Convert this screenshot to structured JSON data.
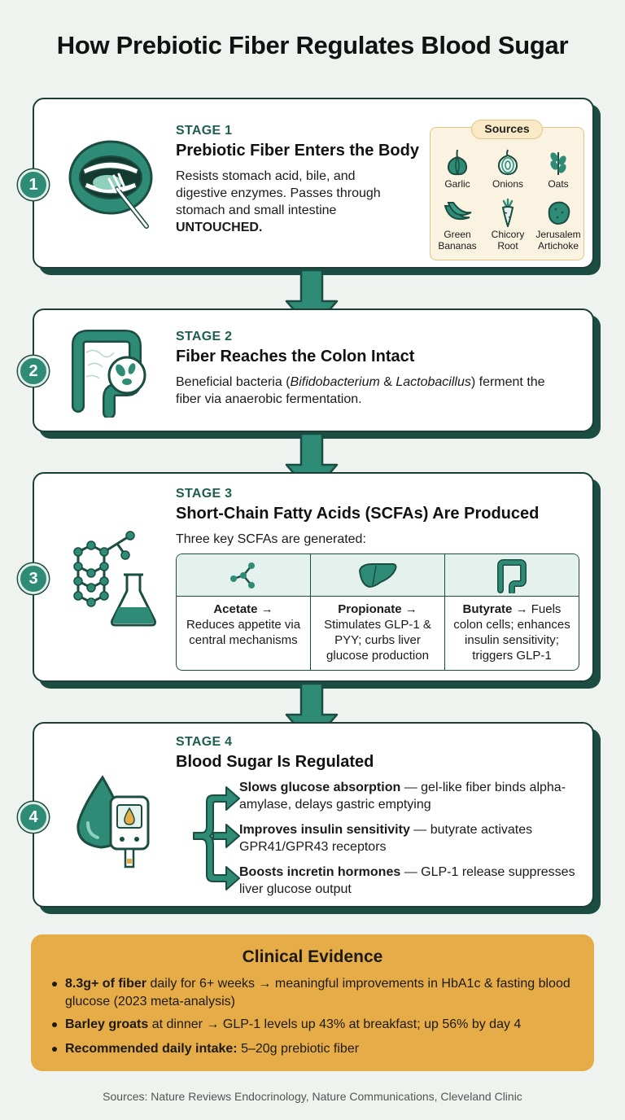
{
  "title": "How Prebiotic Fiber Regulates Blood Sugar",
  "colors": {
    "accent": "#2e8b76",
    "dark": "#1b4d42",
    "evidence": "#e5ac48",
    "sources_bg": "#fbf3e2"
  },
  "stages": [
    {
      "number": "1",
      "label": "STAGE 1",
      "heading": "Prebiotic Fiber Enters the Body",
      "text_before": "Resists stomach acid, bile, and digestive enzymes. Passes through stomach and small intestine ",
      "text_bold": "UNTOUCHED.",
      "icon": "mouth-eating-icon",
      "sources_title": "Sources",
      "sources": [
        {
          "label": "Garlic",
          "icon": "garlic-icon"
        },
        {
          "label": "Onions",
          "icon": "onion-icon"
        },
        {
          "label": "Oats",
          "icon": "oats-icon"
        },
        {
          "label": "Green Bananas",
          "icon": "banana-icon"
        },
        {
          "label": "Chicory Root",
          "icon": "chicory-icon"
        },
        {
          "label": "Jerusalem Artichoke",
          "icon": "artichoke-icon"
        }
      ]
    },
    {
      "number": "2",
      "label": "STAGE 2",
      "heading": "Fiber Reaches the Colon Intact",
      "text_before": "Beneficial bacteria (",
      "text_italic_1": "Bifidobacterium",
      "text_amp": " & ",
      "text_italic_2": "Lactobacillus",
      "text_after": ") ferment the fiber via anaerobic fermentation.",
      "icon": "colon-bacteria-icon"
    },
    {
      "number": "3",
      "label": "STAGE 3",
      "heading": "Short-Chain Fatty Acids (SCFAs) Are Produced",
      "intro": "Three key SCFAs are generated:",
      "icon": "molecule-flask-icon",
      "scfas": [
        {
          "name": "Acetate →",
          "desc": "Reduces appetite via central mechanisms",
          "icon": "molecule-icon"
        },
        {
          "name": "Propionate →",
          "desc": "Stimulates GLP-1 & PYY; curbs liver glucose production",
          "icon": "liver-icon"
        },
        {
          "name": "Butyrate →",
          "desc": " Fuels colon cells; enhances insulin sensitivity; triggers GLP-1",
          "icon": "colon-icon"
        }
      ]
    },
    {
      "number": "4",
      "label": "STAGE 4",
      "heading": "Blood Sugar Is Regulated",
      "icon": "glucose-meter-icon",
      "effects": [
        {
          "bold": "Slows glucose absorption",
          "rest": " — gel-like fiber binds alpha-amylase, delays gastric emptying"
        },
        {
          "bold": "Improves insulin sensitivity",
          "rest": " — butyrate activates GPR41/GPR43 receptors"
        },
        {
          "bold": "Boosts incretin hormones",
          "rest": " — GLP-1 release suppresses liver glucose output"
        }
      ]
    }
  ],
  "evidence": {
    "title": "Clinical Evidence",
    "items": [
      {
        "bold": "8.3g+ of fiber",
        "rest": " daily for 6+ weeks → meaningful improvements in HbA1c & fasting blood glucose (2023 meta-analysis)"
      },
      {
        "bold": "Barley groats",
        "rest": " at dinner → GLP-1 levels up 43% at breakfast; up 56% by day 4"
      },
      {
        "bold": "Recommended daily intake:",
        "rest": " 5–20g prebiotic fiber"
      }
    ]
  },
  "footer": "Sources: Nature Reviews Endocrinology, Nature Communications, Cleveland Clinic"
}
